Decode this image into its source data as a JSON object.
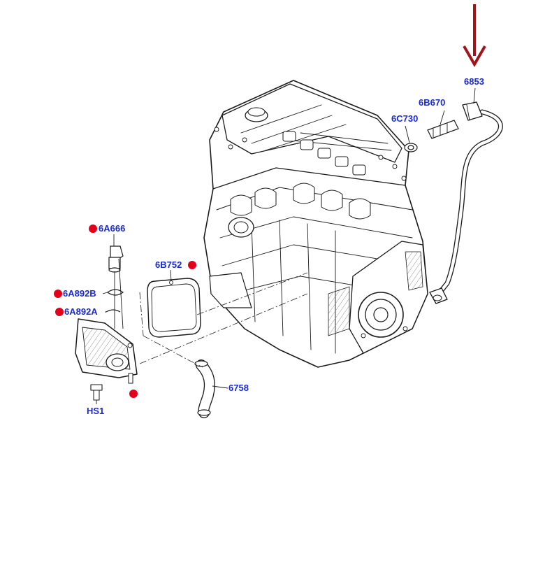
{
  "labels": {
    "p6853": "6853",
    "p6B670": "6B670",
    "p6C730": "6C730",
    "p6A666": "6A666",
    "p6B752": "6B752",
    "p6A892B": "6A892B",
    "p6A892A": "6A892A",
    "p6758": "6758",
    "pHS1": "HS1"
  },
  "colors": {
    "label": "#1a2ad6",
    "marker": "#e3001b",
    "arrow": "#a0151c",
    "line": "#1a1a1a"
  }
}
